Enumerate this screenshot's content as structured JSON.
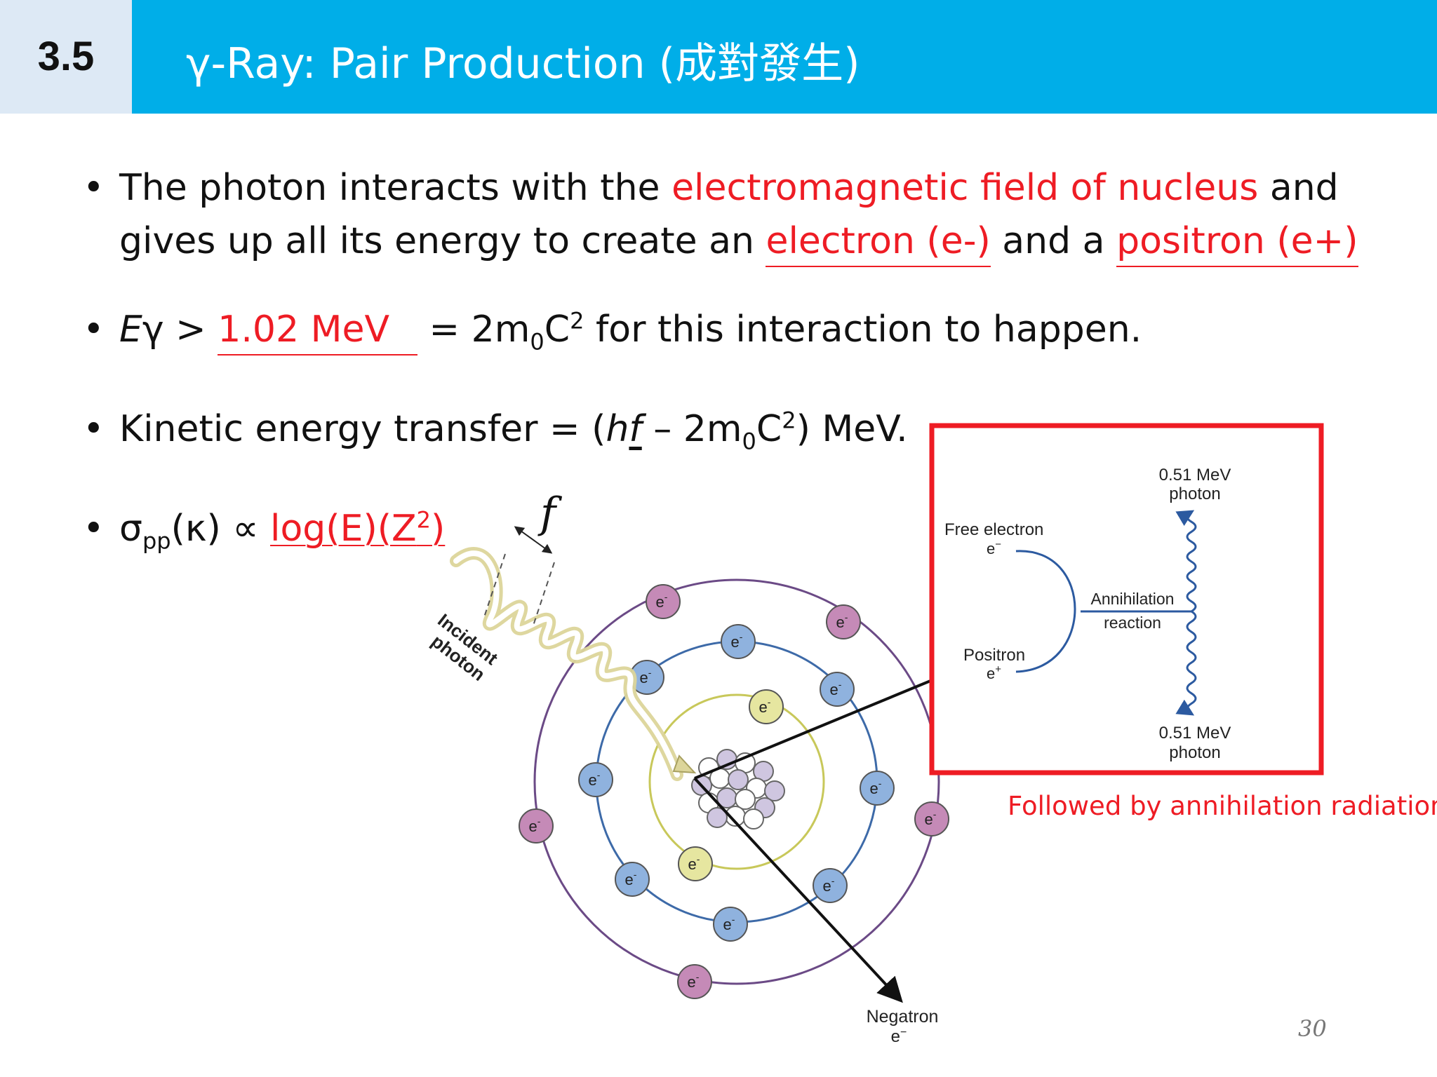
{
  "header": {
    "section_number": "3.5",
    "title": "γ-Ray: Pair Production (成對發生)"
  },
  "bullets": {
    "b1": {
      "text_a": "The photon interacts with the ",
      "highlight": "electromagnetic field of nucleus",
      "text_b": " and gives up all its energy to create  an ",
      "blank1": "electron (e-)",
      "text_c": " and a ",
      "blank2": "positron (e+)"
    },
    "b2": {
      "e": "E",
      "gamma": "γ",
      "gt": " > ",
      "blank": "1.02 MeV",
      "eq": " = 2m",
      "sub0": "0",
      "c": "C",
      "sup2": "2",
      "rest": " for this interaction  to happen."
    },
    "b3": {
      "text_a": "Kinetic energy transfer = (",
      "h": "h",
      "f": "f",
      "text_b": " – 2m",
      "sub0": "0",
      "c": "C",
      "sup2": "2",
      "text_c": ") MeV."
    },
    "b4": {
      "sigma": "σ",
      "sub_pp": "pp",
      "kappa": "(κ) ∝ ",
      "log_a": "log(E)(Z",
      "sup2": "2",
      "log_b": ")"
    }
  },
  "diagram": {
    "f_label": "f",
    "incident_1": "Incident",
    "incident_2": "photon",
    "electron_label": "e",
    "negatron": "Negatron",
    "negatron_sym": "e",
    "inset": {
      "top_energy": "0.51 MeV",
      "top_photon": "photon",
      "bottom_energy": "0.51 MeV",
      "bottom_photon": "photon",
      "free_electron": "Free electron",
      "free_sym": "e",
      "annihilation": "Annihilation",
      "reaction": "reaction",
      "positron": "Positron",
      "positron_sym": "e"
    },
    "colors": {
      "outer_shell": "#6b4a86",
      "mid_shell": "#3d6aa8",
      "inner_shell": "#c8c85a",
      "electron_purple": "#c58ab7",
      "electron_blue": "#8fb2de",
      "electron_yellow": "#e6e6a0",
      "box": "#ee1c24",
      "inset_line": "#2c5aa0"
    }
  },
  "caption": "Followed by annihilation radiation",
  "page_number": "30"
}
